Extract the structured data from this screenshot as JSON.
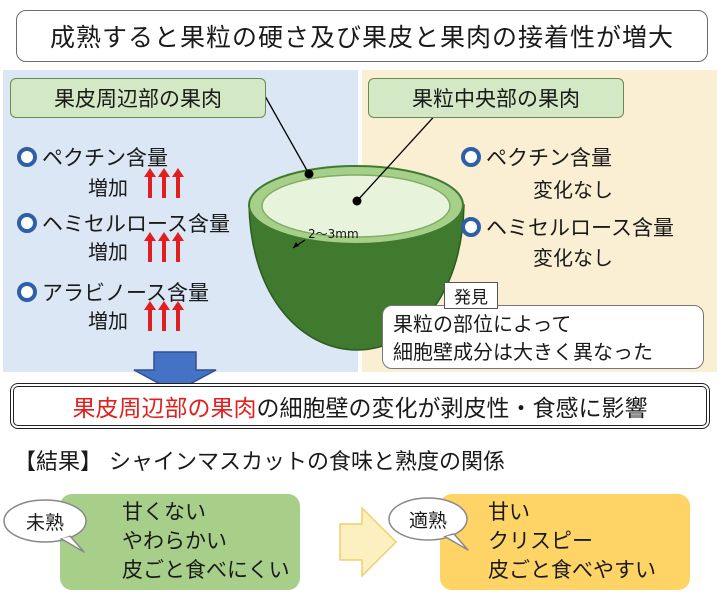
{
  "title": "成熟すると果粒の硬さ及び果皮と果肉の接着性が増大",
  "left_panel": {
    "label": "果皮周辺部の果肉",
    "items": [
      {
        "name": "ペクチン含量",
        "change": "増加"
      },
      {
        "name": "ヘミセルロース含量",
        "change": "増加"
      },
      {
        "name": "アラビノース含量",
        "change": "増加"
      }
    ]
  },
  "right_panel": {
    "label": "果粒中央部の果肉",
    "items": [
      {
        "name": "ペクチン含量",
        "change": "変化なし"
      },
      {
        "name": "ヘミセルロース含量",
        "change": "変化なし"
      }
    ]
  },
  "diagram": {
    "thickness_label": "2〜3mm"
  },
  "finding": {
    "tag": "発見",
    "line1": "果粒の部位によって",
    "line2": "細胞壁成分は大きく異なった"
  },
  "conclusion": {
    "highlight": "果皮周辺部の果肉",
    "rest": "の細胞壁の変化が剥皮性・食感に影響"
  },
  "result_heading": "【結果】 シャインマスカットの食味と熟度の関係",
  "unripe": {
    "bubble": "未熟",
    "lines": [
      "甘くない",
      "やわらかい",
      "皮ごと食べにくい"
    ]
  },
  "ripe": {
    "bubble": "適熟",
    "lines": [
      "甘い",
      "クリスピー",
      "皮ごと食べやすい"
    ]
  },
  "colors": {
    "increase_arrow": "#e02020",
    "bullet": "#2f5fa8",
    "label_green": "#d3e8c4",
    "unripe_card": "#a8cf8a",
    "ripe_card": "#fed466",
    "down_arrow": "#4472c4"
  }
}
